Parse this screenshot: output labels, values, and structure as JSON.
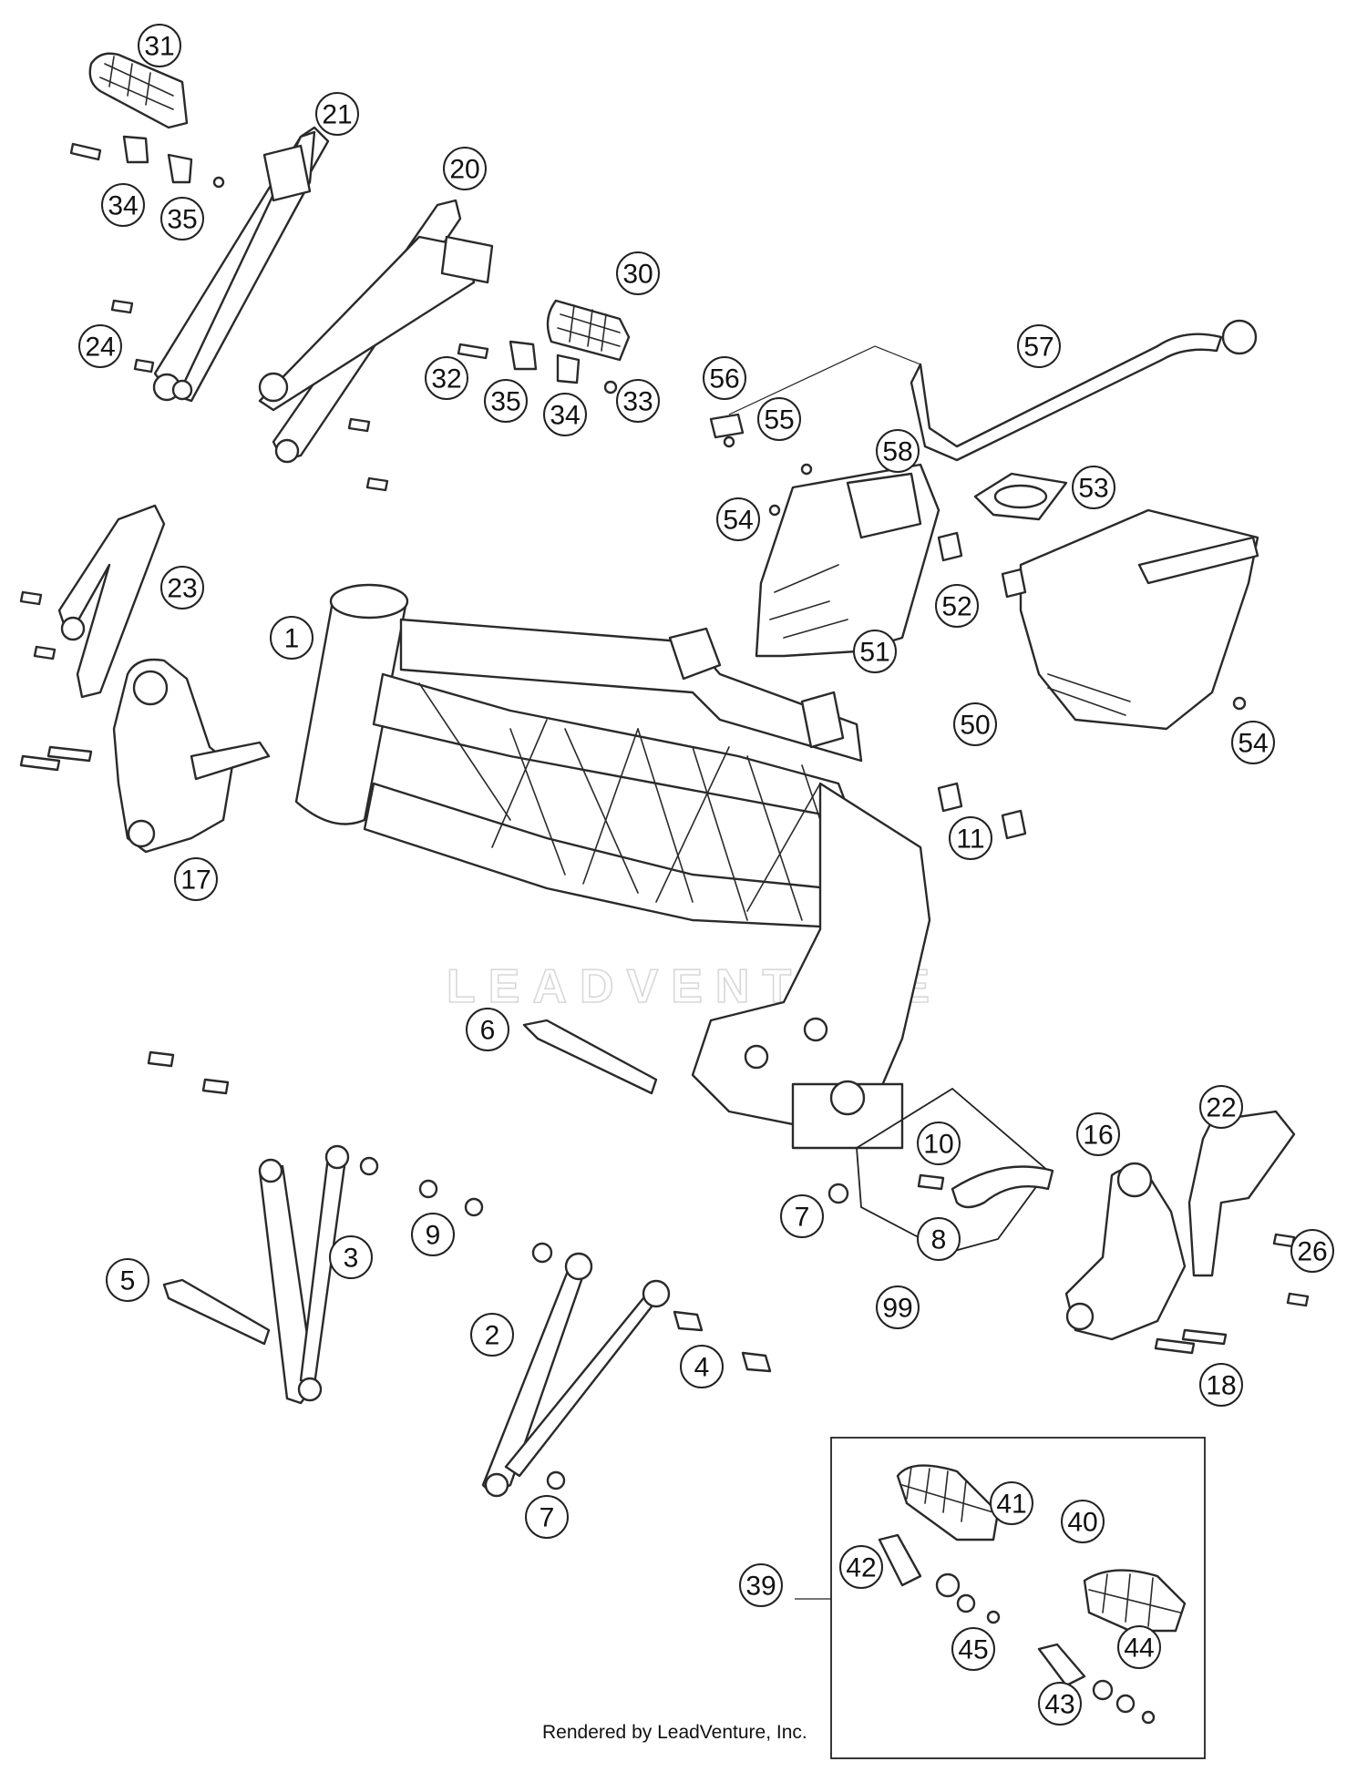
{
  "watermark": "LEADVENTURE",
  "credit": "Rendered by LeadVenture, Inc.",
  "callouts": [
    "31",
    "21",
    "20",
    "34",
    "35",
    "30",
    "24",
    "32",
    "35",
    "34",
    "33",
    "56",
    "57",
    "55",
    "58",
    "54",
    "53",
    "23",
    "52",
    "1",
    "51",
    "50",
    "54",
    "11",
    "17",
    "6",
    "10",
    "16",
    "22",
    "7",
    "8",
    "26",
    "9",
    "3",
    "99",
    "5",
    "2",
    "4",
    "18",
    "7",
    "41",
    "40",
    "42",
    "39",
    "45",
    "44",
    "43"
  ]
}
